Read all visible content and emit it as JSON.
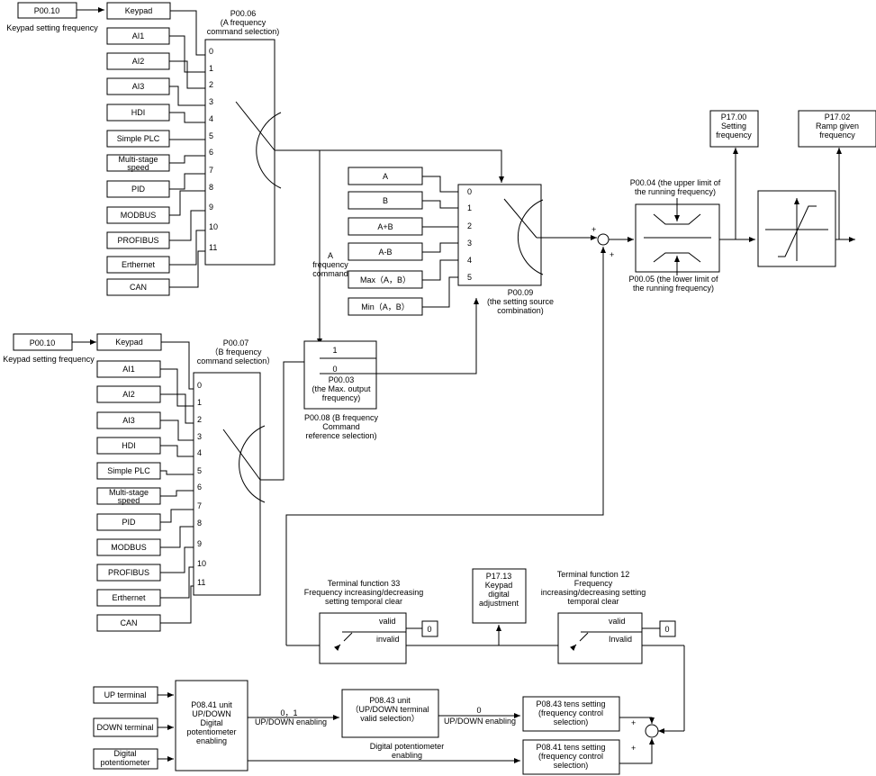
{
  "a_input": {
    "param": "P00.10",
    "caption": "Keypad setting frequency",
    "sources": [
      "Keypad",
      "AI1",
      "AI2",
      "AI3",
      "HDI",
      "Simple PLC",
      "Multi-stage|speed",
      "PID",
      "MODBUS",
      "PROFIBUS",
      "Erthernet",
      "CAN"
    ]
  },
  "a_select": {
    "label": "P00.06|(A frequency|command selection)",
    "ports": [
      "0",
      "1",
      "2",
      "3",
      "4",
      "5",
      "6",
      "7",
      "8",
      "9",
      "10",
      "11"
    ]
  },
  "b_input": {
    "param": "P00.10",
    "caption": "Keypad setting frequency",
    "sources": [
      "Keypad",
      "AI1",
      "AI2",
      "AI3",
      "HDI",
      "Simple PLC",
      "Multi-stage|speed",
      "PID",
      "MODBUS",
      "PROFIBUS",
      "Erthernet",
      "CAN"
    ]
  },
  "b_select": {
    "label": "P00.07|（B frequency|command selection）",
    "ports": [
      "0",
      "1",
      "2",
      "3",
      "4",
      "5",
      "6",
      "7",
      "8",
      "9",
      "10",
      "11"
    ]
  },
  "b_ref": {
    "ports": [
      "1",
      "0"
    ],
    "inner_label": "P00.03|(the Max. output|frequency)",
    "label": "P00.08 (B frequency|Command|reference selection)"
  },
  "a_freq_label": "A|frequency|command",
  "combination": {
    "options": [
      "A",
      "B",
      "A+B",
      "A-B",
      "Max（A，B）",
      "Min（A，B）"
    ],
    "ports": [
      "0",
      "1",
      "2",
      "3",
      "4",
      "5"
    ],
    "label": "P00.09|(the setting source|combination)"
  },
  "sum_signs": {
    "top": "+",
    "bottom": "+"
  },
  "limits": {
    "upper": "P00.04 (the upper limit of|the running frequency)",
    "lower": "P00.05 (the lower limit of|the running frequency)"
  },
  "outputs": {
    "setting": "P17.00|Setting|frequency",
    "ramp": "P17.02|Ramp given|frequency"
  },
  "keypad_adj": "P17.13|Keypad|digital|adjustment",
  "term33": {
    "label": "Terminal function 33|Frequency increasing/decreasing|setting temporal clear",
    "valid": "valid",
    "invalid": "invalid",
    "zero": "0"
  },
  "term12": {
    "label": "Terminal function 12|Frequency|increasing/decreasing setting|temporal clear",
    "valid": "valid",
    "invalid": "Invalid",
    "zero": "0"
  },
  "updown_inputs": [
    "UP terminal",
    "DOWN terminal",
    "Digital|potentiometer"
  ],
  "p0841_unit": "P08.41 unit|UP/DOWN|Digital|potentiometer|enabling",
  "p0843_unit": "P08.43 unit|（UP/DOWN terminal|valid selection）",
  "edge_labels": {
    "ud_value_1": "0，1",
    "ud_enabling_1": "UP/DOWN enabling",
    "ud_value_2": "0",
    "ud_enabling_2": "UP/DOWN enabling",
    "dp_enabling": "Digital potentiometer|enabling"
  },
  "tens_43": "P08.43 tens setting|(frequency control|selection)",
  "tens_41": "P08.41 tens setting|(frequency control|selection)",
  "small_sum_signs": {
    "top": "+",
    "bottom": "+"
  }
}
